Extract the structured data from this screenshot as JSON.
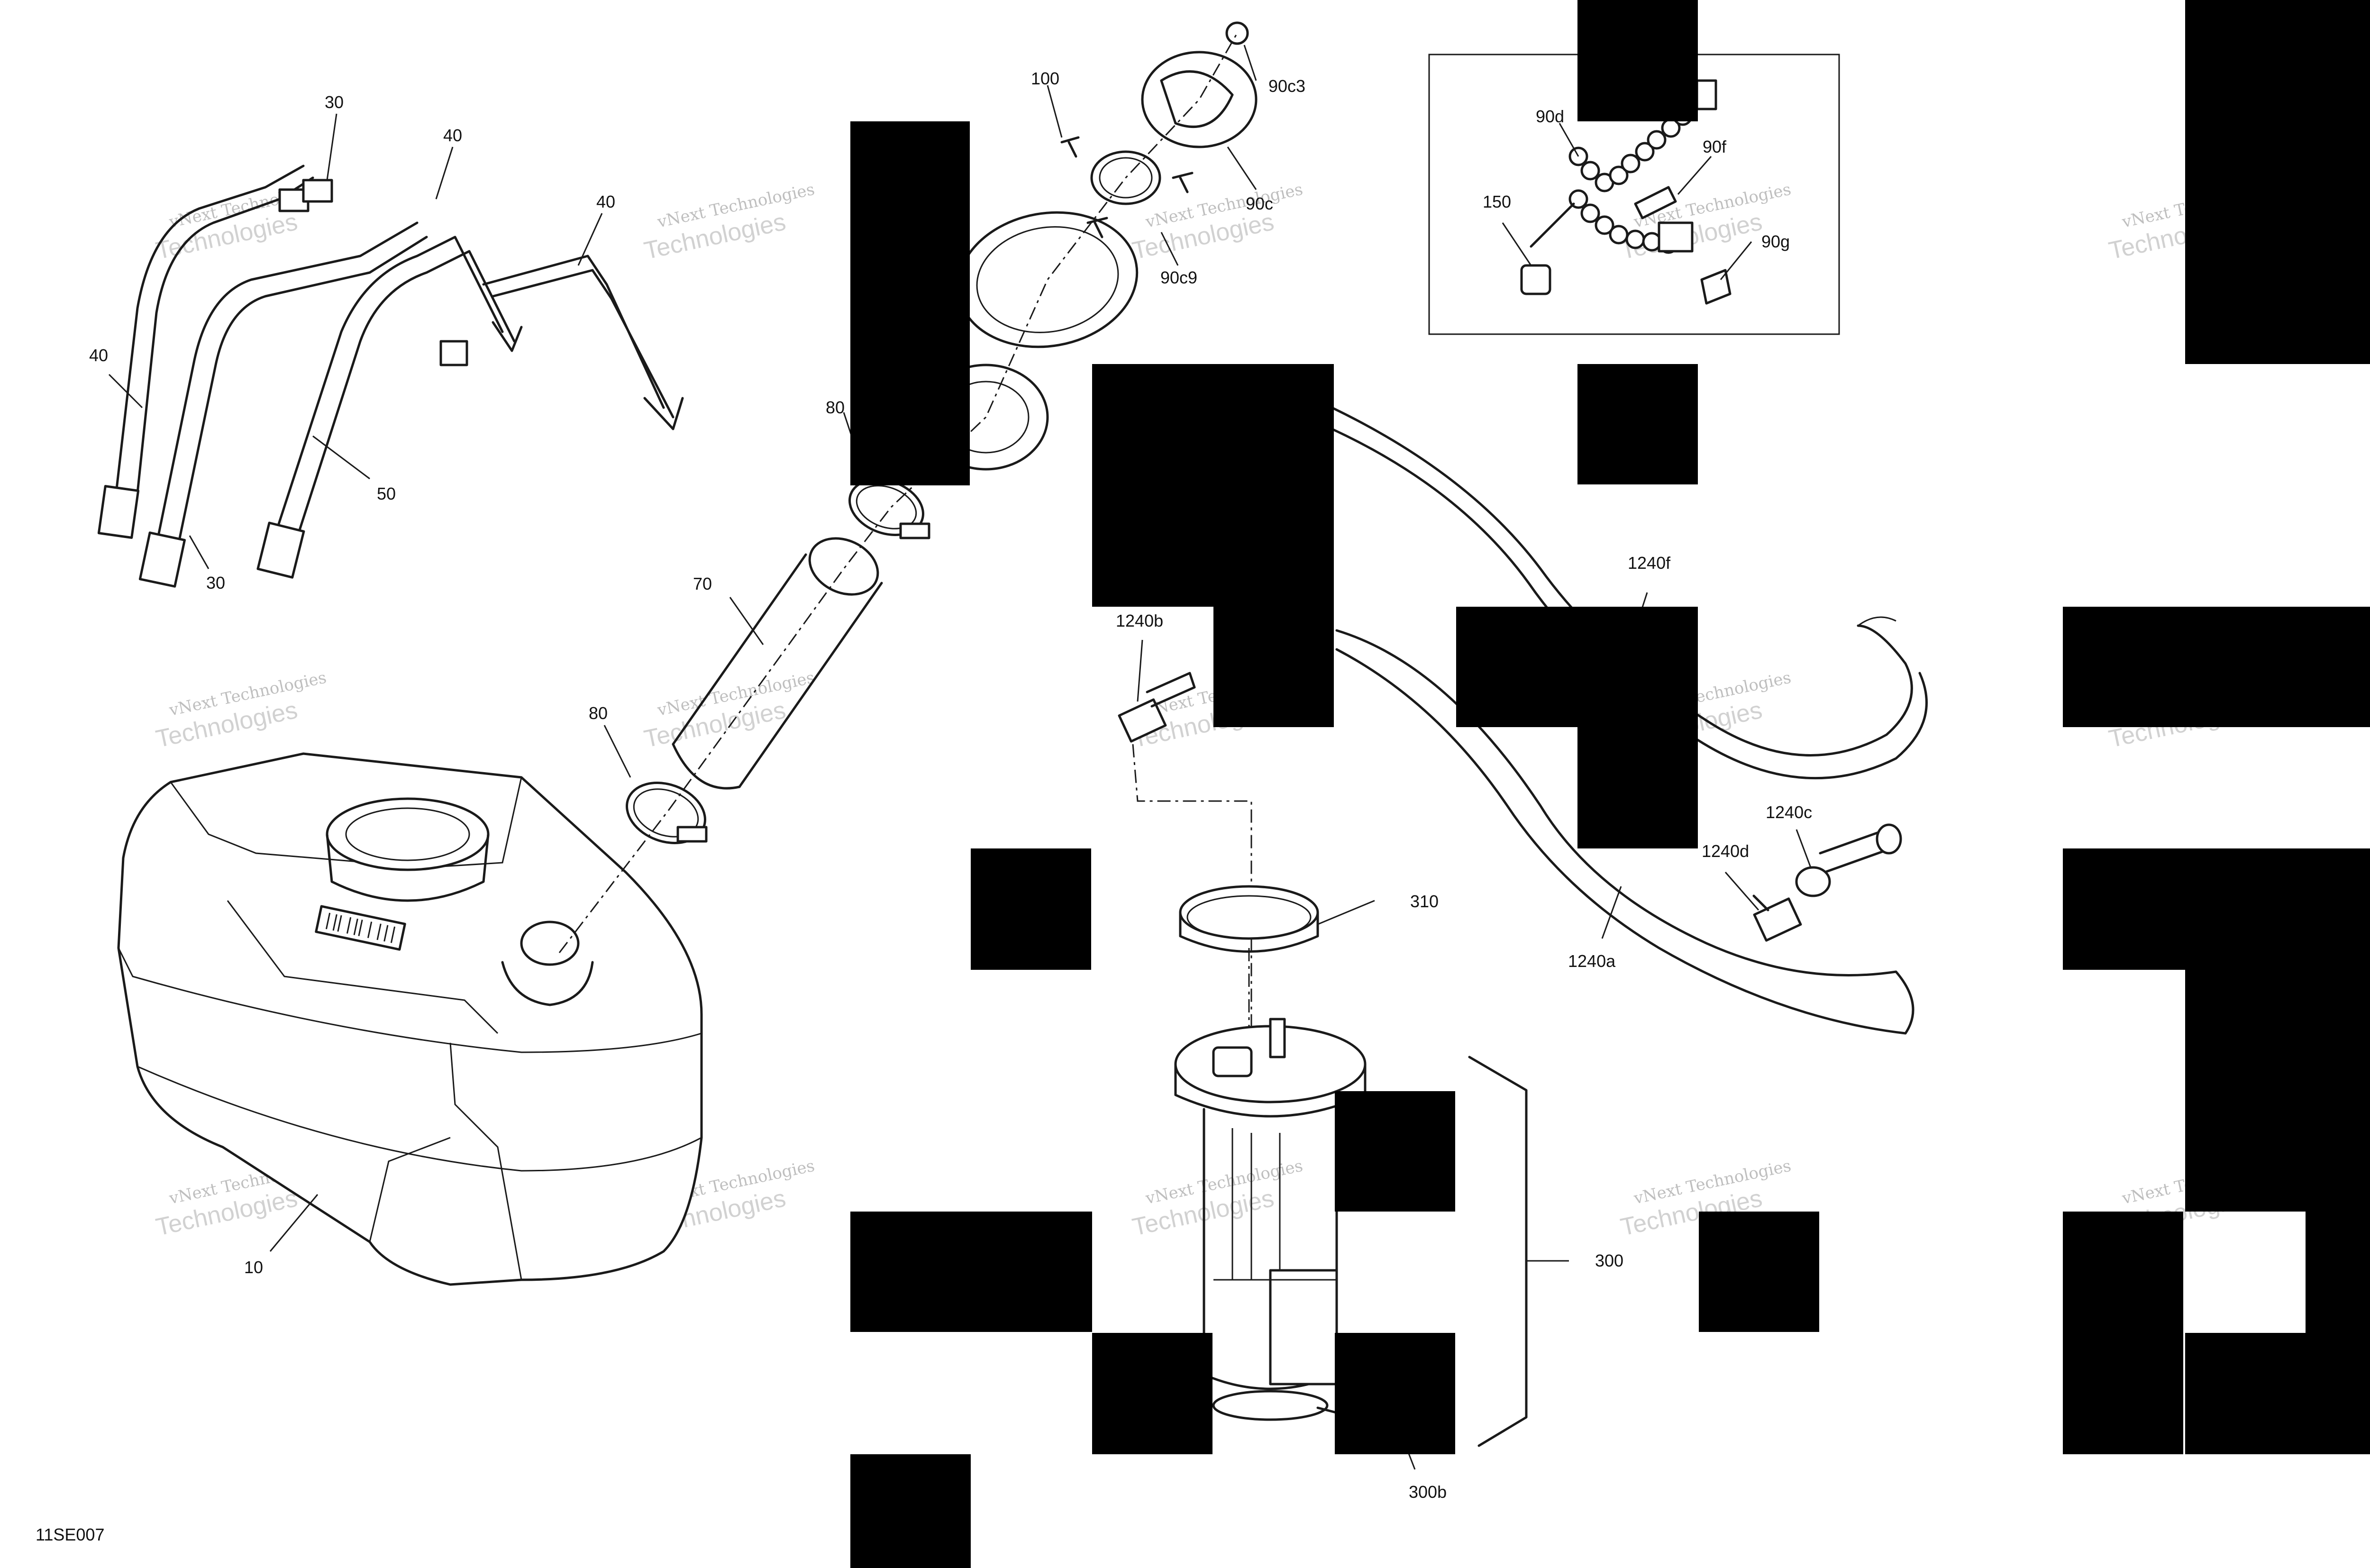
{
  "diagram": {
    "figure_id": "11SE007",
    "watermark": {
      "line1": "vNext Technologies",
      "line2": "Technologies"
    },
    "callouts": {
      "c10": "10",
      "c30a": "30",
      "c30b": "30",
      "c40a": "40",
      "c40b": "40",
      "c40c": "40",
      "c50": "50",
      "c70": "70",
      "c80a": "80",
      "c80b": "80",
      "c90c": "90c",
      "c90c3": "90c3",
      "c90c9": "90c9",
      "c90d": "90d",
      "c90f": "90f",
      "c90g": "90g",
      "c100": "100",
      "c150": "150",
      "c300": "300",
      "c300b": "300b",
      "c310": "310",
      "c1240a": "1240a",
      "c1240b": "1240b",
      "c1240c": "1240c",
      "c1240d": "1240d",
      "c1240f": "1240f"
    }
  }
}
